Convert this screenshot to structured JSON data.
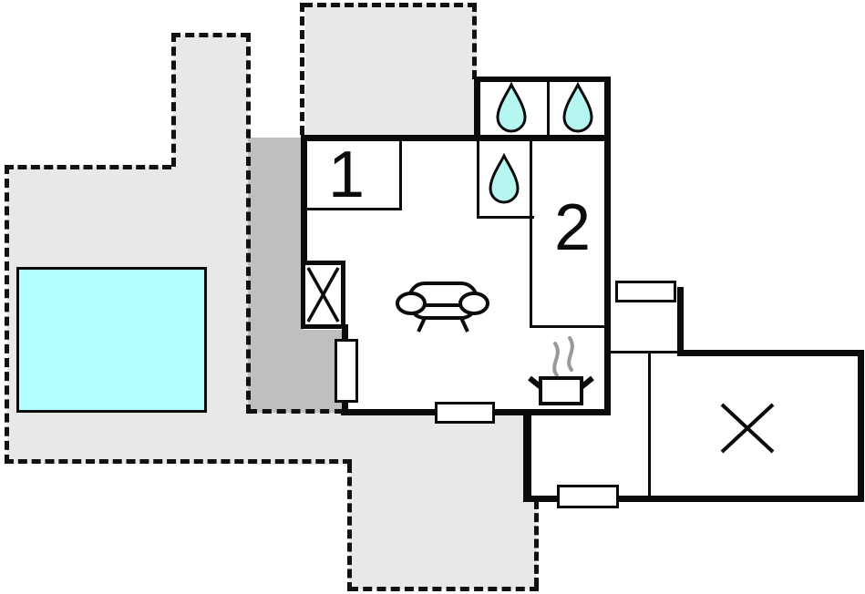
{
  "plan": {
    "type": "floor-plan",
    "rooms": [
      {
        "label": "1"
      },
      {
        "label": "2"
      }
    ],
    "icons": [
      "water-drop-icon",
      "water-drop-icon",
      "water-drop-icon",
      "sofa-icon",
      "stove-steam-icon",
      "x-cross-icon",
      "x-cross-icon"
    ],
    "colors": {
      "terrace_light": "#e8e8e8",
      "terrace_dark": "#bfbfbf",
      "pool": "#b3ffff",
      "drop": "#b6f6f1",
      "wall": "#0b0b0b",
      "steam": "#999999"
    }
  }
}
